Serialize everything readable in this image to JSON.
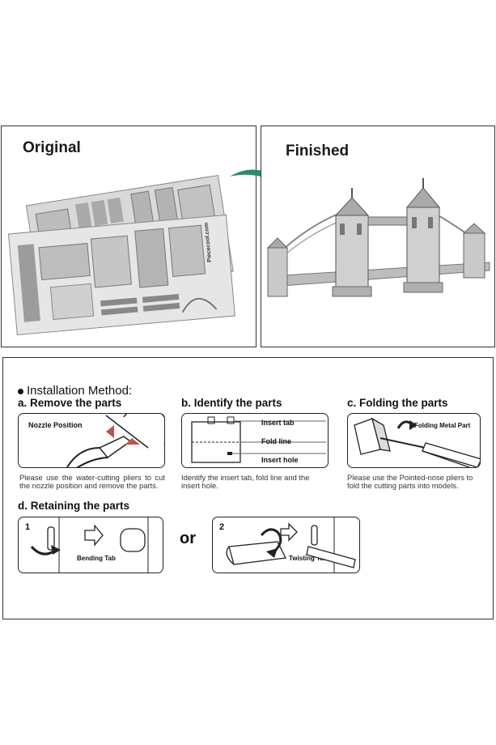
{
  "original": {
    "title": "Original",
    "sheet_brand": "Piececool.com"
  },
  "finished": {
    "title": "Finished"
  },
  "install": {
    "heading": "Installation Method:",
    "steps": {
      "a": {
        "title": "a. Remove the parts",
        "label": "Nozzle Position",
        "desc": "Please use the water-cutting pliers to cut the nozzle position and remove the parts."
      },
      "b": {
        "title": "b. Identify the parts",
        "labels": [
          "Insert tab",
          "Fold line",
          "Insert hole"
        ],
        "desc": "Identify the insert tab, fold line and the insert hole."
      },
      "c": {
        "title": "c. Folding the parts",
        "label": "Folding Metal Part",
        "desc": "Please use the Pointed-nose pliers to fold the cutting parts into models."
      },
      "d": {
        "title": "d. Retaining the parts",
        "option1_num": "1",
        "option1_label": "Bending Tab",
        "or_text": "or",
        "option2_num": "2",
        "option2_label": "Twisting Tab"
      }
    }
  },
  "colors": {
    "arrow_green": "#2e8a6a",
    "border": "#333333",
    "metal": "#c8c8c8"
  }
}
